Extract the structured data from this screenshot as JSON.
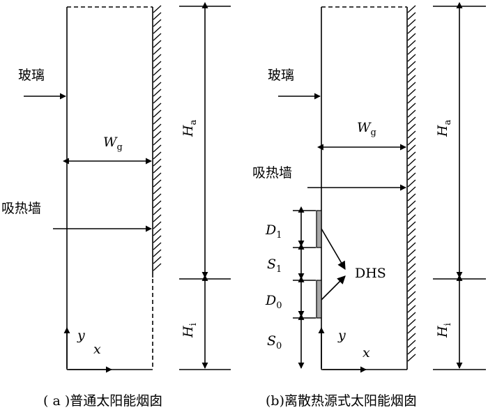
{
  "panel_a": {
    "glass_label": "玻璃",
    "absorber_label": "吸热墙",
    "width": {
      "main": "W",
      "sub": "g"
    },
    "Ha": {
      "main": "H",
      "sub": "a"
    },
    "Hi": {
      "main": "H",
      "sub": "i"
    },
    "y_axis": "y",
    "x_axis": "x",
    "caption": "( a )普通太阳能烟囱"
  },
  "panel_b": {
    "glass_label": "玻璃",
    "absorber_label": "吸热墙",
    "width": {
      "main": "W",
      "sub": "g"
    },
    "Ha": {
      "main": "H",
      "sub": "a"
    },
    "Hi": {
      "main": "H",
      "sub": "i"
    },
    "D1": {
      "main": "D",
      "sub": "1"
    },
    "S1": {
      "main": "S",
      "sub": "1"
    },
    "D0": {
      "main": "D",
      "sub": "0"
    },
    "S0": {
      "main": "S",
      "sub": "0"
    },
    "dhs_label": "DHS",
    "y_axis": "y",
    "x_axis": "x",
    "caption": "(b)离散热源式太阳能烟囱"
  },
  "colors": {
    "line": "#000000",
    "heater": "#a6a6a6"
  }
}
